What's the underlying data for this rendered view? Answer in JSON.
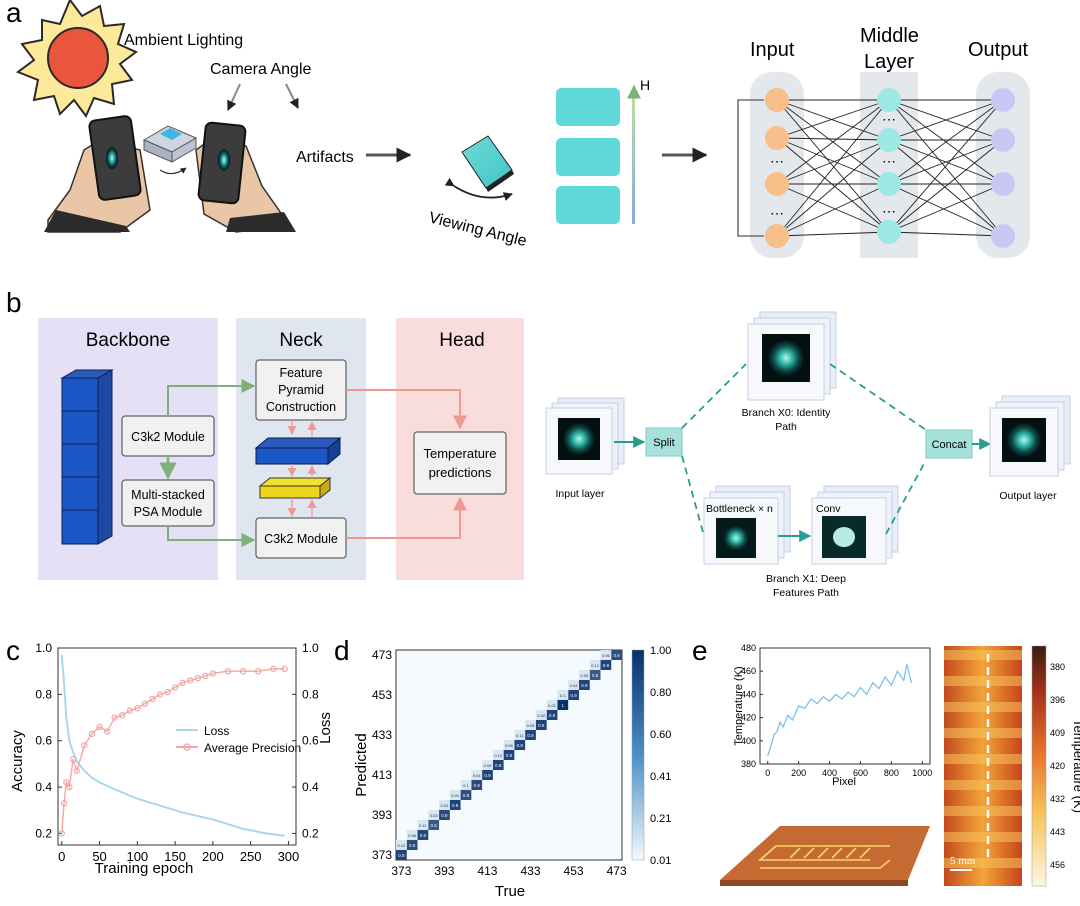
{
  "panels": [
    "a",
    "b",
    "c",
    "d",
    "e"
  ],
  "panel_a": {
    "ambient_lighting": "Ambient Lighting",
    "camera_angle": "Camera Angle",
    "artifacts": "Artifacts",
    "viewing_angle": "Viewing Angle",
    "h_label": "H",
    "nn_input": "Input",
    "nn_middle_1": "Middle",
    "nn_middle_2": "Layer",
    "nn_output": "Output",
    "dots": "⋯"
  },
  "panel_b": {
    "backbone": "Backbone",
    "neck": "Neck",
    "head": "Head",
    "c3k2_module": "C3k2 Module",
    "psa_1": "Multi-stacked",
    "psa_2": "PSA Module",
    "fpc_1": "Feature",
    "fpc_2": "Pyramid",
    "fpc_3": "Construction",
    "neck_c3k2": "C3k2 Module",
    "temp_1": "Temperature",
    "temp_2": "predictions",
    "input_layer": "Input layer",
    "split": "Split",
    "branch_x0_1": "Branch X0: Identity",
    "branch_x0_2": "Path",
    "concat": "Concat",
    "output_layer": "Output layer",
    "bottleneck": "Bottleneck × n",
    "conv": "Conv",
    "branch_x1_1": "Branch X1: Deep",
    "branch_x1_2": "Features Path"
  },
  "chart_data": [
    {
      "type": "line",
      "panel": "c",
      "xlabel": "Training epoch",
      "ylabel": "Accuracy",
      "y2label": "Loss",
      "xlim": [
        -5,
        310
      ],
      "ylim": [
        0.15,
        1.0
      ],
      "y2lim": [
        0.15,
        1.0
      ],
      "xticks": [
        0,
        50,
        100,
        150,
        200,
        250,
        300
      ],
      "yticks": [
        0.2,
        0.4,
        0.6,
        0.8,
        1.0
      ],
      "legend_position": "center-right",
      "series": [
        {
          "name": "Loss",
          "axis": "right",
          "color": "#a9d8ee",
          "x": [
            0,
            3,
            6,
            10,
            15,
            20,
            30,
            40,
            50,
            70,
            100,
            130,
            160,
            200,
            240,
            270,
            295
          ],
          "y": [
            0.97,
            0.85,
            0.7,
            0.6,
            0.55,
            0.51,
            0.47,
            0.44,
            0.42,
            0.39,
            0.35,
            0.32,
            0.29,
            0.26,
            0.22,
            0.2,
            0.19
          ]
        },
        {
          "name": "Average Precision",
          "axis": "left",
          "color": "#f2a7a3",
          "x": [
            0,
            3,
            6,
            10,
            15,
            20,
            30,
            40,
            50,
            60,
            70,
            80,
            90,
            100,
            110,
            120,
            130,
            140,
            150,
            160,
            170,
            180,
            190,
            200,
            220,
            240,
            260,
            280,
            295
          ],
          "y": [
            0.2,
            0.33,
            0.42,
            0.4,
            0.52,
            0.47,
            0.58,
            0.63,
            0.66,
            0.64,
            0.7,
            0.71,
            0.73,
            0.74,
            0.76,
            0.78,
            0.8,
            0.81,
            0.83,
            0.85,
            0.86,
            0.87,
            0.88,
            0.89,
            0.9,
            0.9,
            0.9,
            0.91,
            0.91
          ]
        }
      ]
    },
    {
      "type": "heatmap",
      "panel": "d",
      "xlabel": "True",
      "ylabel": "Predicted",
      "tick_labels": [
        "373",
        "393",
        "413",
        "433",
        "453",
        "473"
      ],
      "classes": 21,
      "colorbar_ticks": [
        "1.00",
        "0.80",
        "0.60",
        "0.41",
        "0.21",
        "0.01"
      ],
      "cmap": [
        "#f4fafd",
        "#08306b"
      ],
      "diagonal": [
        0.9,
        0.85,
        0.88,
        0.8,
        0.87,
        0.9,
        0.84,
        0.86,
        0.9,
        0.9,
        0.9,
        0.9,
        0.9,
        0.9,
        0.9,
        1.0,
        0.9,
        0.9,
        0.8,
        0.9,
        0.85
      ],
      "off_diagonal": [
        "0.05",
        "0.12",
        "0.06",
        "0.11",
        "0.03",
        "0.02",
        "0.01",
        "0.1",
        "0.04"
      ]
    },
    {
      "type": "line",
      "panel": "e",
      "xlabel": "Pixel",
      "ylabel": "Temperature (K)",
      "xlim": [
        -50,
        1050
      ],
      "ylim": [
        380,
        480
      ],
      "xticks": [
        0,
        200,
        400,
        600,
        800,
        1000
      ],
      "yticks": [
        380,
        400,
        420,
        440,
        460,
        480
      ],
      "series": [
        {
          "color": "#7fbfe8",
          "x": [
            0,
            20,
            40,
            60,
            80,
            100,
            130,
            160,
            200,
            240,
            280,
            320,
            360,
            400,
            440,
            480,
            520,
            560,
            600,
            640,
            680,
            720,
            760,
            800,
            840,
            880,
            900,
            930
          ],
          "y": [
            387,
            395,
            405,
            408,
            416,
            412,
            422,
            418,
            430,
            428,
            436,
            432,
            438,
            434,
            440,
            436,
            442,
            438,
            446,
            440,
            450,
            445,
            455,
            448,
            460,
            452,
            466,
            450
          ]
        }
      ]
    }
  ],
  "panel_e": {
    "colorbar_label": "Temperature (K)",
    "colorbar_ticks": [
      "380",
      "396",
      "409",
      "420",
      "432",
      "443",
      "456"
    ],
    "scale_bar": "5 mm"
  }
}
